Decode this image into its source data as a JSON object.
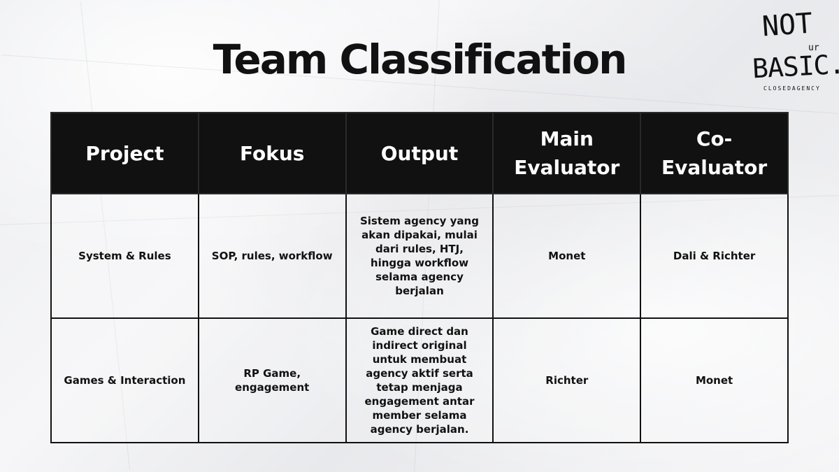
{
  "title": "Team Classification",
  "logo": {
    "line1": "NOT",
    "small": "ur",
    "line2": "BASIC.",
    "subtitle": "CLOSEDAGENCY"
  },
  "table": {
    "headers": [
      "Project",
      "Fokus",
      "Output",
      "Main Evaluator",
      "Co-Evaluator"
    ],
    "rows": [
      {
        "project": "System & Rules",
        "fokus": "SOP, rules, workflow",
        "output": "Sistem agency yang akan dipakai, mulai dari rules, HTJ, hingga workflow selama agency berjalan",
        "main_evaluator": "Monet",
        "co_evaluator": "Dali & Richter"
      },
      {
        "project": "Games & Interaction",
        "fokus": "RP Game, engagement",
        "output": "Game direct dan indirect original untuk membuat agency aktif serta tetap menjaga engagement antar member selama agency berjalan.",
        "main_evaluator": "Richter",
        "co_evaluator": "Monet"
      }
    ]
  },
  "colors": {
    "header_background": "#111111",
    "header_text": "#ffffff",
    "paper_background": "#f0f1f3"
  }
}
